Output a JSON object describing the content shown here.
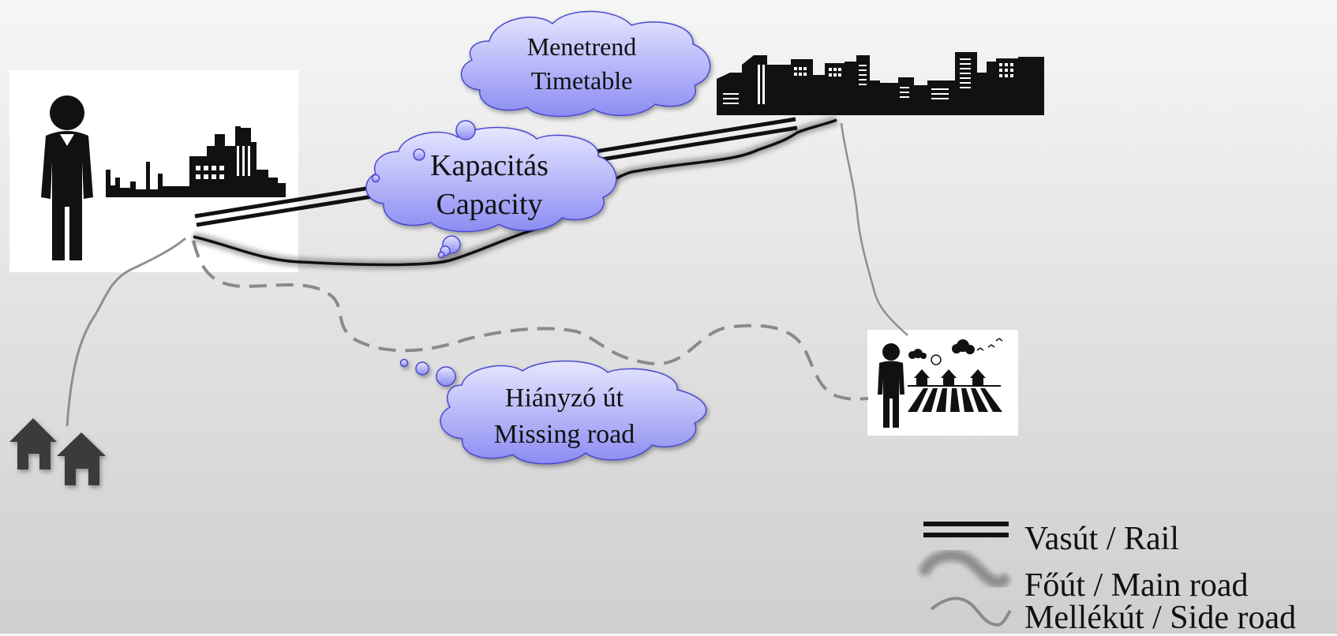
{
  "bubbles": {
    "timetable": {
      "hu": "Menetrend",
      "en": "Timetable"
    },
    "capacity": {
      "hu": "Kapacitás",
      "en": "Capacity"
    },
    "missing_road": {
      "hu": "Hiányzó út",
      "en": "Missing road"
    }
  },
  "legend": {
    "rail": "Vasút / Rail",
    "main_road": "Főút / Main road",
    "side_road": "Mellékút / Side road"
  },
  "colors": {
    "bubble_fill_light": "#e4e4ff",
    "bubble_fill_dark": "#8a8af2",
    "bubble_stroke": "#4a4ad0",
    "side_road": "#8f8f8f",
    "dashed_road": "#8a8a8a",
    "rail": "#111111",
    "icon_dark": "#111111",
    "house": "#3a3a3a"
  },
  "icons": [
    "person-icon",
    "factory-icon",
    "city-skyline-icon",
    "farmer-icon",
    "village-houses-icon",
    "house-icon"
  ]
}
